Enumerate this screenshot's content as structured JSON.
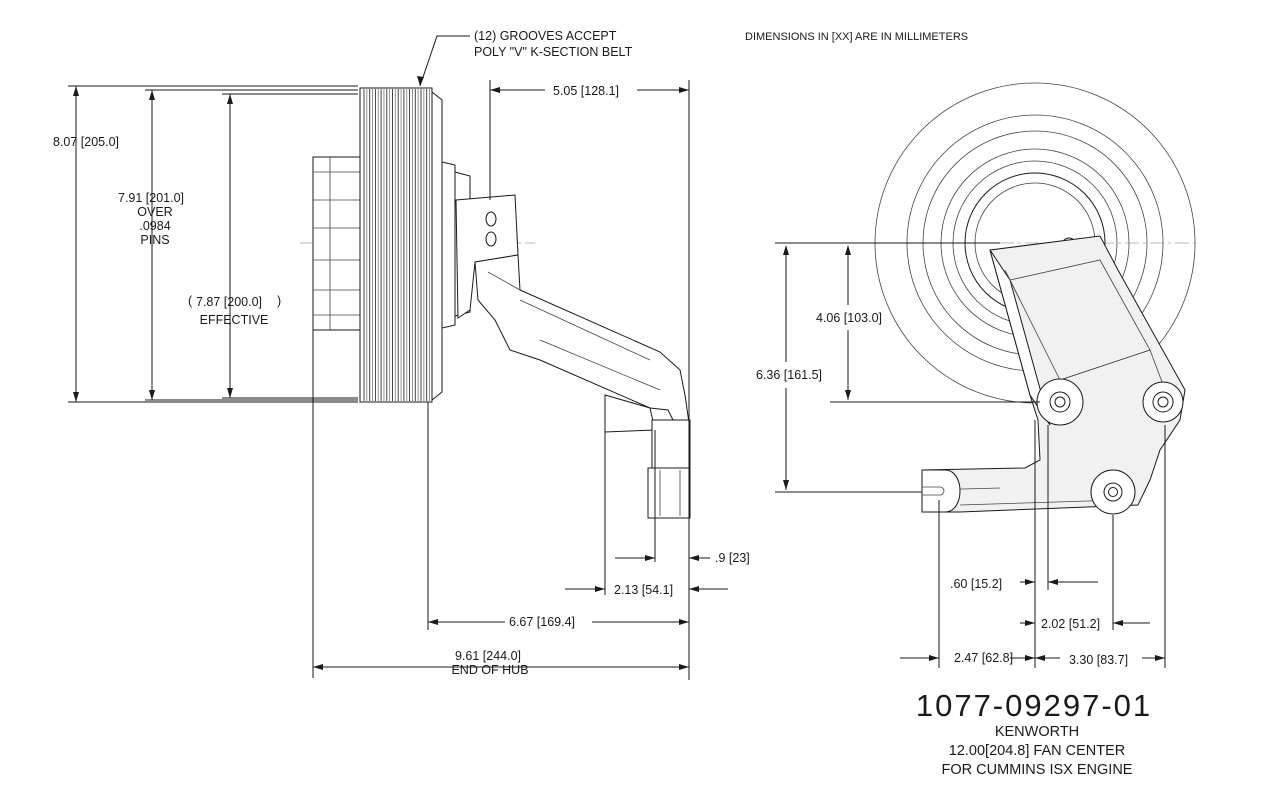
{
  "notes": {
    "grooves_line1": "(12) GROOVES ACCEPT",
    "grooves_line2": "POLY \"V\" K-SECTION BELT",
    "units": "DIMENSIONS IN [XX] ARE IN MILLIMETERS"
  },
  "dimensions": {
    "overall_height": "8.07  [205.0]",
    "over_pins_value": "7.91  [201.0]",
    "over_pins_l1": "OVER",
    "over_pins_l2": ".0984",
    "over_pins_l3": "PINS",
    "effective_value": "7.87  [200.0]",
    "effective_label": "EFFECTIVE",
    "hub_to_mount": "5.05  [128.1]",
    "small_offset": ".9  [23]",
    "pivot_offset": "2.13  [54.1]",
    "pulley_to_mount": "6.67  [169.4]",
    "end_of_hub_value": "9.61  [244.0]",
    "end_of_hub_label": "END OF HUB",
    "center_to_lower_pivot": "4.06  [103.0]",
    "center_to_slot": "6.36  [161.5]",
    "pivot_x_offset": ".60  [15.2]",
    "lower_hole_offset": "2.02  [51.2]",
    "slot_to_center": "2.47  [62.8]",
    "center_to_right_hole": "3.30  [83.7]"
  },
  "title_block": {
    "part_number": "1077-09297-01",
    "make": "KENWORTH",
    "fan_center": "12.00[204.8] FAN CENTER",
    "engine": "FOR CUMMINS ISX ENGINE"
  }
}
